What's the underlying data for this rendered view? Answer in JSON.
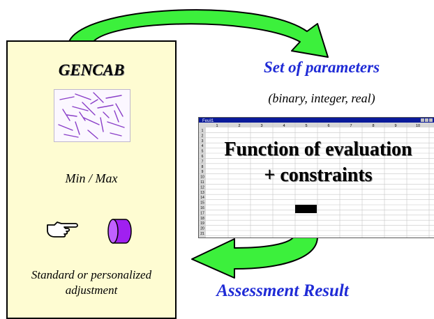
{
  "panel": {
    "title": "GENCAB",
    "minmax": "Min / Max",
    "adjust_line1": "Standard or personalized",
    "adjust_line2": "adjustment",
    "icons": [
      "pointing-hand-icon",
      "cylinder-icon"
    ]
  },
  "parameters": {
    "title": "Set of parameters",
    "subtitle": "(binary, integer, real)"
  },
  "spreadsheet": {
    "window_title": "Feuil1",
    "columns": [
      "1",
      "2",
      "3",
      "4",
      "5",
      "6",
      "7",
      "8",
      "9",
      "10"
    ],
    "rows": [
      "1",
      "2",
      "3",
      "4",
      "5",
      "6",
      "7",
      "8",
      "9",
      "10",
      "11",
      "12",
      "13",
      "14",
      "15",
      "16",
      "17",
      "18",
      "19",
      "20",
      "21"
    ]
  },
  "evaluation": {
    "line1": "Function of evaluation",
    "line2": "+ constraints"
  },
  "result": {
    "label": "Assessment Result"
  },
  "colors": {
    "arrow_green": "#3cf03c",
    "blue_text": "#1f2bd6",
    "panel_bg": "#fefcd2",
    "cylinder": "#a020f0",
    "fiber": "#8a3fc8"
  }
}
